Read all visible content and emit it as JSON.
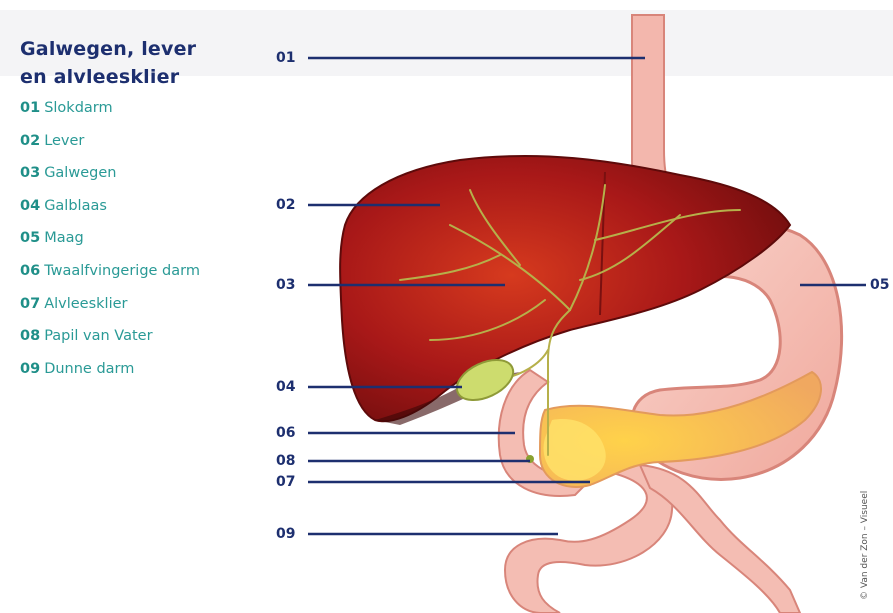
{
  "legend": {
    "title_line1": "Galwegen, lever",
    "title_line2": "en alvleesklier",
    "items": [
      {
        "num": "01",
        "label": "Slokdarm"
      },
      {
        "num": "02",
        "label": "Lever"
      },
      {
        "num": "03",
        "label": "Galwegen"
      },
      {
        "num": "04",
        "label": "Galblaas"
      },
      {
        "num": "05",
        "label": "Maag"
      },
      {
        "num": "06",
        "label": "Twaalfvingerige darm"
      },
      {
        "num": "07",
        "label": "Alvleesklier"
      },
      {
        "num": "08",
        "label": "Papil van Vater"
      },
      {
        "num": "09",
        "label": "Dunne darm"
      }
    ]
  },
  "callouts": {
    "c01": "01",
    "c02": "02",
    "c03": "03",
    "c04": "04",
    "c05": "05",
    "c06": "06",
    "c07": "07",
    "c08": "08",
    "c09": "09"
  },
  "credit": "© Van der Zon – Visueel",
  "colors": {
    "title": "#1d2f6f",
    "legend_text": "#2a9a96",
    "leader_line": "#1d2f6f",
    "liver": "#9c1414",
    "gallbladder": "#c9d96a",
    "stomach": "#f4b8b0",
    "pancreas": "#f7c24a"
  }
}
